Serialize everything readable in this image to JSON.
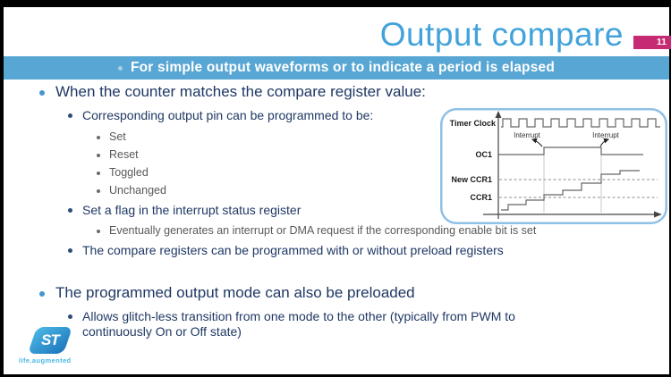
{
  "page": {
    "number": "11"
  },
  "header": {
    "title": "Output compare"
  },
  "banner": {
    "text": "For simple output waveforms or to indicate a period is elapsed"
  },
  "bullets": {
    "b1": "When the counter matches the compare register value:",
    "b1_1": "Corresponding output pin can be programmed to be:",
    "b1_1_1": "Set",
    "b1_1_2": "Reset",
    "b1_1_3": "Toggled",
    "b1_1_4": "Unchanged",
    "b1_2": "Set a flag in the interrupt status register",
    "b1_2_1": "Eventually generates an interrupt or DMA request if the corresponding enable bit is set",
    "b1_3": "The compare registers can be programmed with or without preload registers",
    "b2": "The programmed output mode can also be preloaded",
    "b2_1": "Allows glitch-less transition from one mode to the other (typically from PWM to continuously On or Off state)"
  },
  "diagram": {
    "labels": {
      "timer_clock": "Timer Clock",
      "oc1": "OC1",
      "new_ccr1": "New CCR1",
      "ccr1": "CCR1",
      "interrupt1": "Interrupt",
      "interrupt2": "Interrupt"
    },
    "description": "Counter staircase rises; when it matches CCR1 an interrupt fires and OC1 is set; when it matches New CCR1 a second interrupt fires and OC1 is reset"
  },
  "logo": {
    "brand": "ST",
    "tagline": "life.augmented"
  },
  "colors": {
    "title_blue": "#42a3da",
    "banner_blue": "#58a6d3",
    "body_navy": "#1f3864",
    "sub_gray": "#595959",
    "badge_pink": "#c62a73",
    "logo_blue": "#49b5e2",
    "diagram_border": "#8fc0e6"
  }
}
